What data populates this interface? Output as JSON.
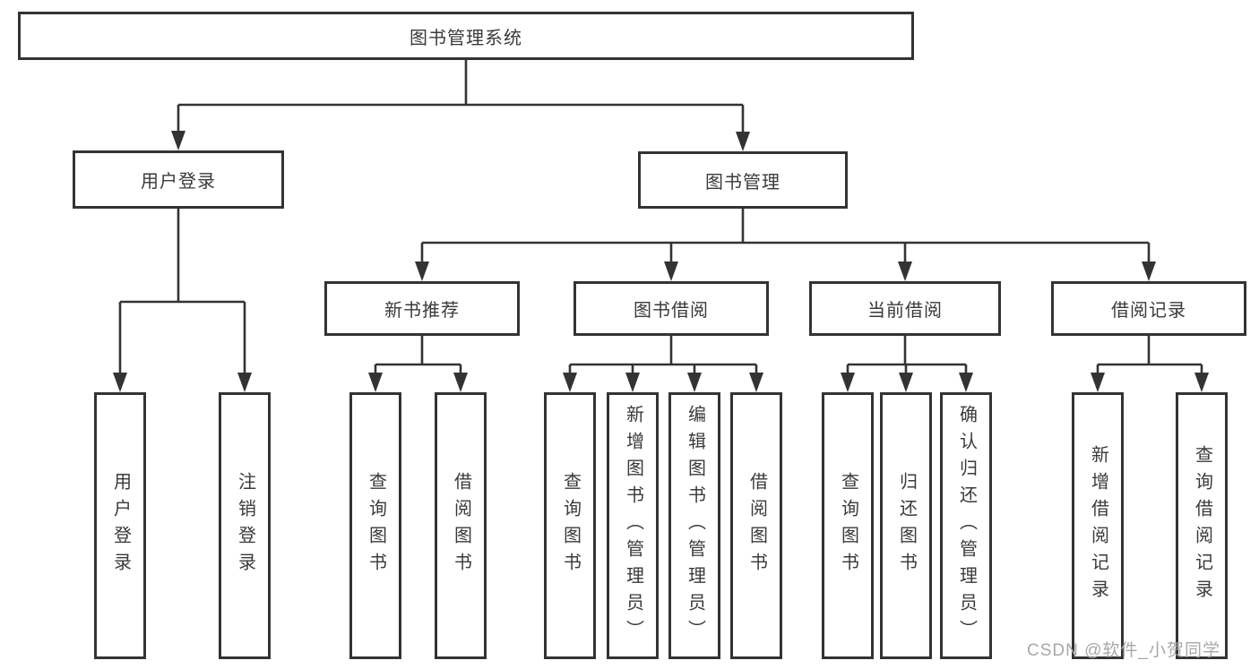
{
  "tree": {
    "root": {
      "label": "图书管理系统",
      "children": [
        {
          "label": "用户登录",
          "children": [
            {
              "label": "用户登录"
            },
            {
              "label": "注销登录"
            }
          ]
        },
        {
          "label": "图书管理",
          "children": [
            {
              "label": "新书推荐",
              "children": [
                {
                  "label": "查询图书"
                },
                {
                  "label": "借阅图书"
                }
              ]
            },
            {
              "label": "图书借阅",
              "children": [
                {
                  "label": "查询图书"
                },
                {
                  "label": "新增图书（管理员）"
                },
                {
                  "label": "编辑图书（管理员）"
                },
                {
                  "label": "借阅图书"
                }
              ]
            },
            {
              "label": "当前借阅",
              "children": [
                {
                  "label": "查询图书"
                },
                {
                  "label": "归还图书"
                },
                {
                  "label": "确认归还（管理员）"
                }
              ]
            },
            {
              "label": "借阅记录",
              "children": [
                {
                  "label": "新增借阅记录"
                },
                {
                  "label": "查询借阅记录"
                }
              ]
            }
          ]
        }
      ]
    }
  },
  "watermark": {
    "text": "CSDN @软件_小贺同学"
  },
  "colors": {
    "line": "#333333",
    "text": "#3a3a3a",
    "box-bg": "#ffffff",
    "watermark": "#a8a8a8",
    "background": "#ffffff"
  }
}
